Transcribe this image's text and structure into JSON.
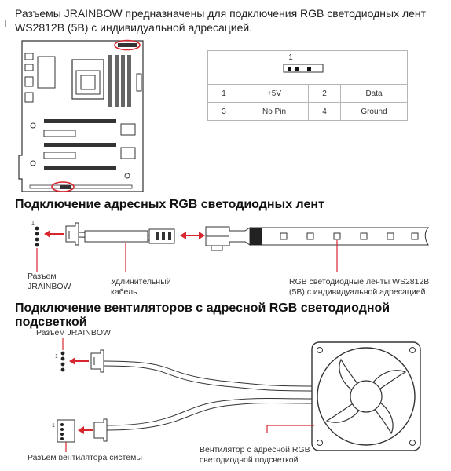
{
  "intro_text": "Разъемы JRAINBOW предназначены для подключения RGB светодиодных лент WS2812B (5В) с индивидуальной адресацией.",
  "pin_header_number": "1",
  "pin_table": [
    [
      "1",
      "+5V",
      "2",
      "Data"
    ],
    [
      "3",
      "No Pin",
      "4",
      "Ground"
    ]
  ],
  "section1": {
    "title": "Подключение адресных RGB светодиодных лент",
    "pin_number": "1",
    "label_jrainbow": "Разъем JRAINBOW",
    "label_cable": "Удлинительный кабель",
    "label_strip": "RGB светодиодные ленты WS2812B (5В) с индивидуальной адресацией"
  },
  "section2": {
    "title": "Подключение вентиляторов с адресной RGB светодиодной подсветкой",
    "pin_number_top": "1",
    "pin_number_bottom": "1",
    "label_jrainbow": "Разъем JRAINBOW",
    "label_fan_header": "Разъем вентилятора системы",
    "label_fan": "Вентилятор с адресной RGB светодиодной подсветкой"
  },
  "colors": {
    "accent": "#d7262e",
    "line": "#333333",
    "grid": "#b5b5b5"
  }
}
